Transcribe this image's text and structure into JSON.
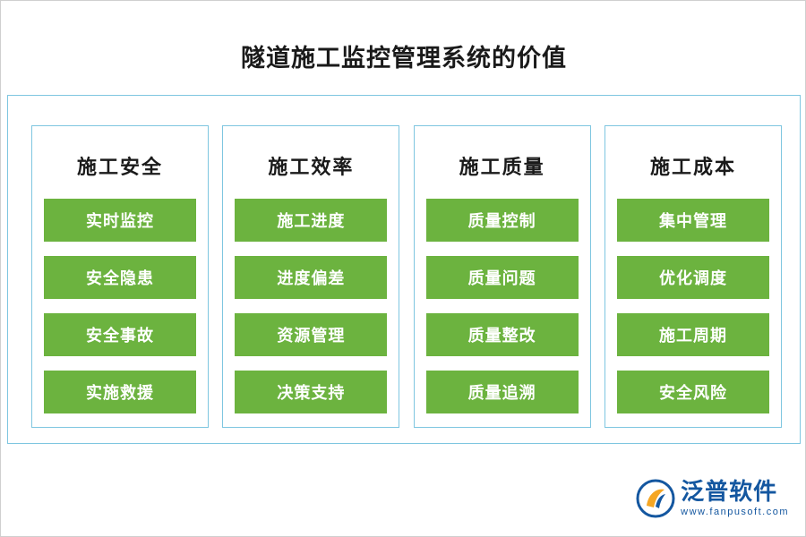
{
  "page": {
    "title": "隧道施工监控管理系统的价值",
    "accent_border": "#7ec6e0",
    "item_color": "#6cb33f",
    "title_color": "#1a1a1a"
  },
  "columns": [
    {
      "title": "施工安全",
      "items": [
        "实时监控",
        "安全隐患",
        "安全事故",
        "实施救援"
      ]
    },
    {
      "title": "施工效率",
      "items": [
        "施工进度",
        "进度偏差",
        "资源管理",
        "决策支持"
      ]
    },
    {
      "title": "施工质量",
      "items": [
        "质量控制",
        "质量问题",
        "质量整改",
        "质量追溯"
      ]
    },
    {
      "title": "施工成本",
      "items": [
        "集中管理",
        "优化调度",
        "施工周期",
        "安全风险"
      ]
    }
  ],
  "logo": {
    "name_cn": "泛普软件",
    "name_en": "www.fanpusoft.com",
    "color": "#1457a0"
  }
}
